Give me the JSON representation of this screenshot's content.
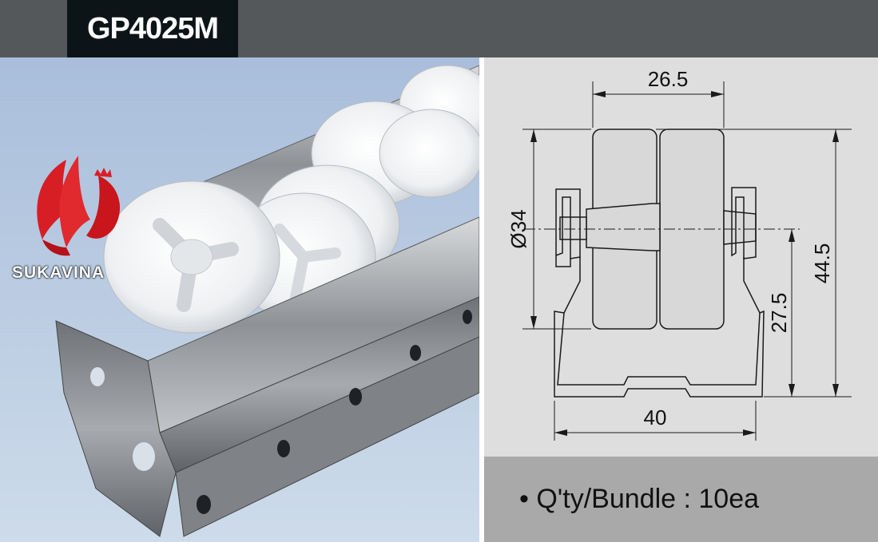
{
  "header": {
    "model": "GP4025M"
  },
  "logo": {
    "brand": "SUKAVINA",
    "icon": "winged-lion-logo-icon"
  },
  "drawing": {
    "dim_top_width": "26.5",
    "dim_diameter": "Ø34",
    "dim_axle_height": "27.5",
    "dim_total_height": "44.5",
    "dim_bottom_width": "40"
  },
  "footer": {
    "qty": "• Q'ty/Bundle : 10ea"
  },
  "colors": {
    "header": "#55585b",
    "title_bg": "#0d1418",
    "drawing_bg": "#dedede",
    "qty_bg": "#a9a9a9",
    "logo_red": "#e0202a"
  }
}
